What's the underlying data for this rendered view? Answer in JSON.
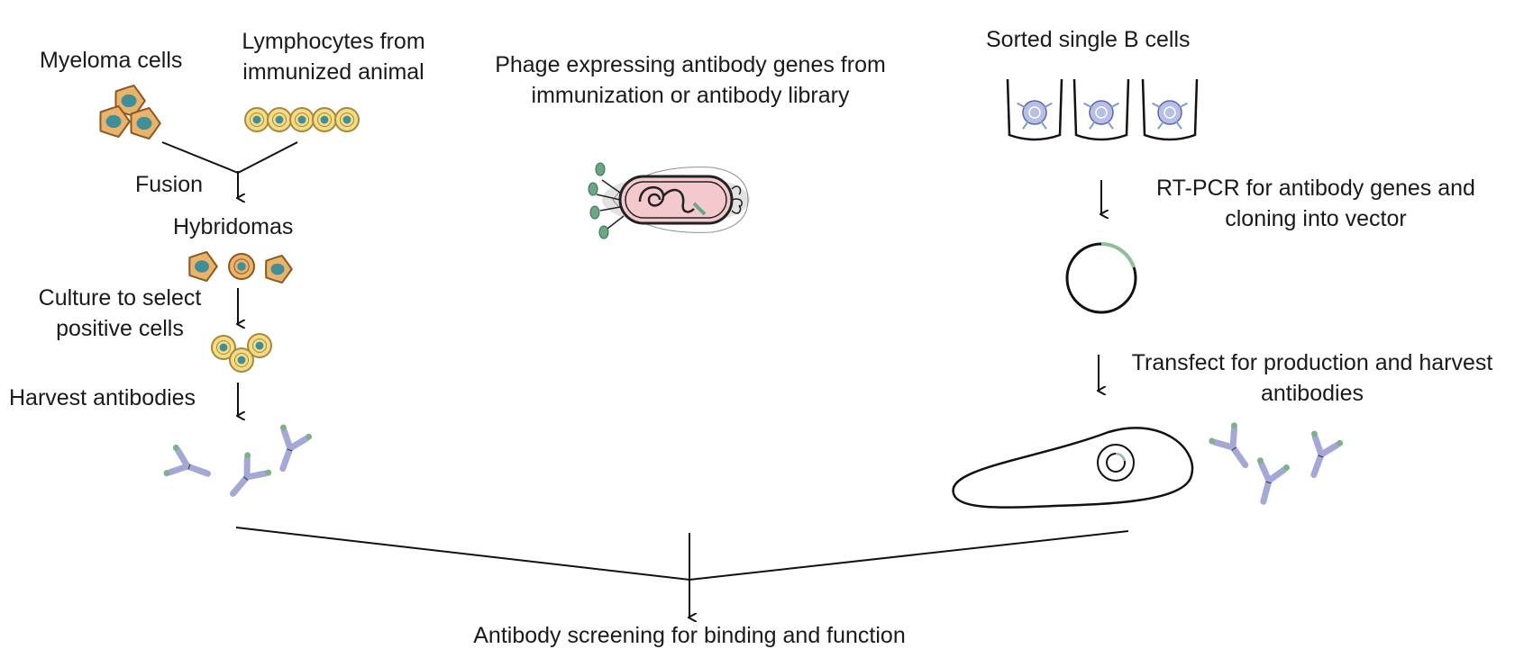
{
  "colors": {
    "cell_fill": "#e9b36b",
    "cell_stroke": "#8a5a22",
    "nucleus": "#3f8e98",
    "lymphocyte_fill": "#f2dc86",
    "lymphocyte_stroke": "#a8893a",
    "bcell_fill": "#b8bfe6",
    "antibody_heavy": "#a4a8d6",
    "antibody_tip": "#7fb08a",
    "phage_fill": "#f3c9ce",
    "line": "#111111"
  },
  "hybridoma": {
    "myeloma_label": "Myeloma cells",
    "lymphocyte_label_1": "Lymphocytes from",
    "lymphocyte_label_2": "immunized animal",
    "fusion_label": "Fusion",
    "hybridomas_label": "Hybridomas",
    "culture_label_1": "Culture to select",
    "culture_label_2": "positive cells",
    "harvest_label": "Harvest antibodies"
  },
  "phage": {
    "label_1": "Phage expressing antibody genes from",
    "label_2": "immunization or antibody library"
  },
  "single_b": {
    "sorted_label": "Sorted single B cells",
    "rtpcr_label_1": "RT-PCR for antibody genes and",
    "rtpcr_label_2": "cloning into vector",
    "transfect_label_1": "Transfect for production and harvest",
    "transfect_label_2": "antibodies"
  },
  "screening": {
    "label": "Antibody screening for binding and function"
  }
}
